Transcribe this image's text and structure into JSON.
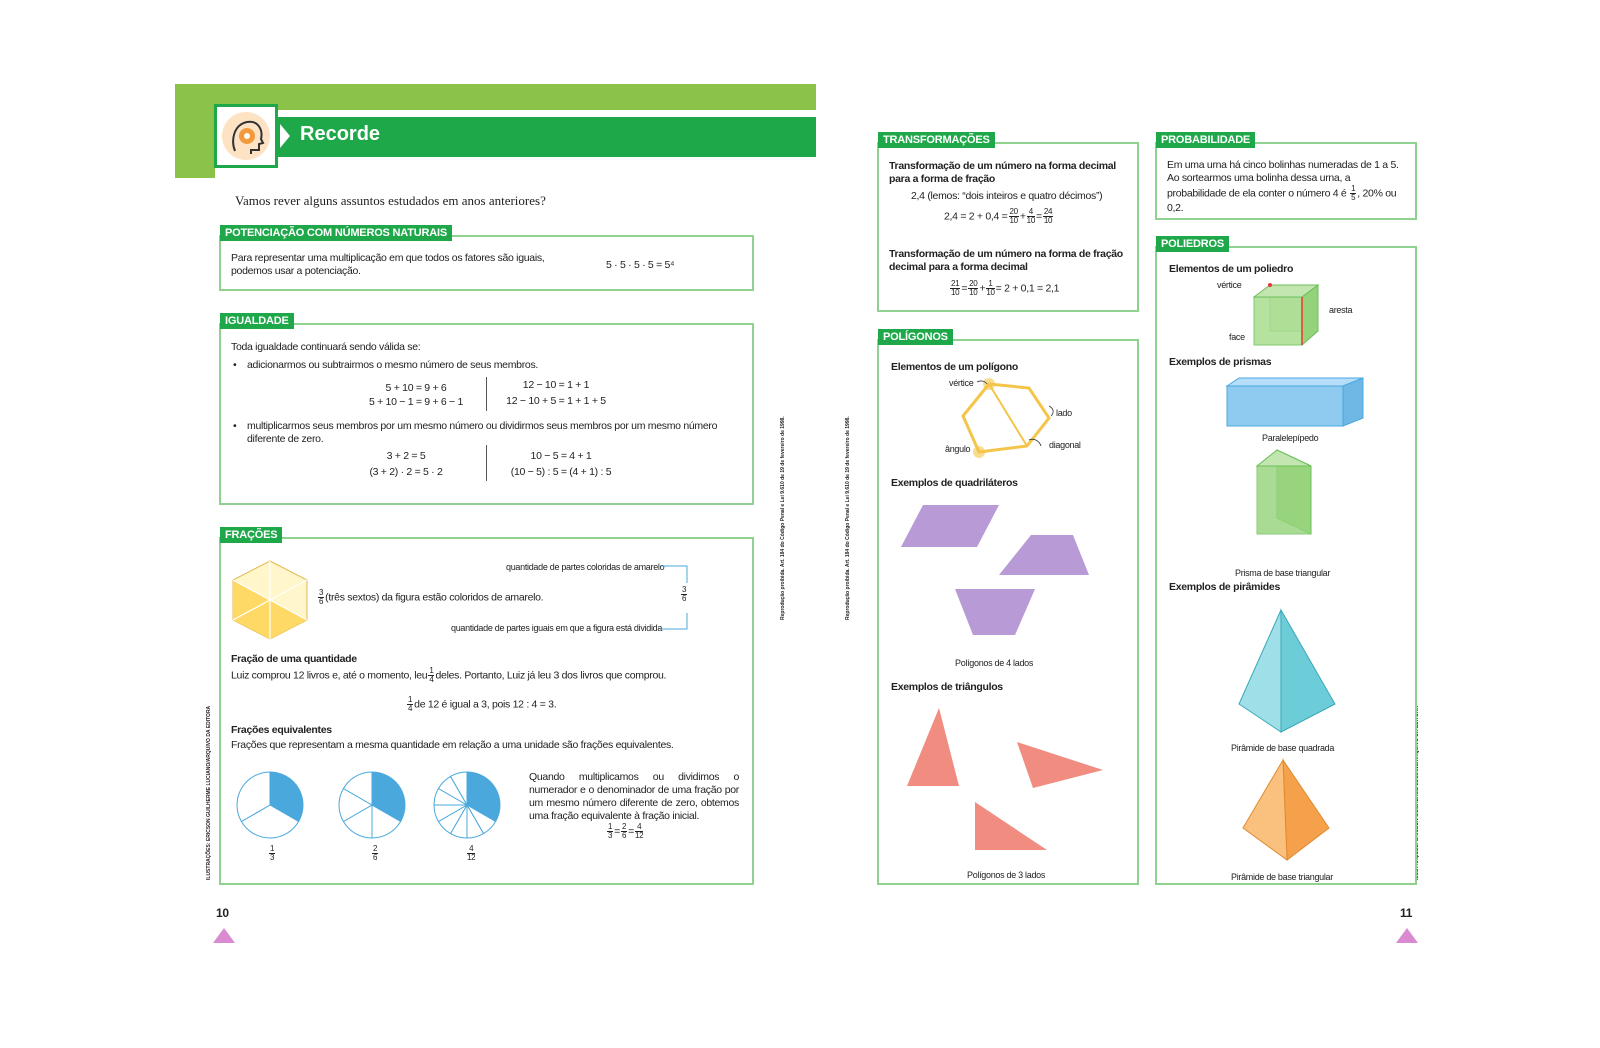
{
  "header": {
    "title": "Recorde",
    "intro": "Vamos rever alguns assuntos estudados em anos anteriores?"
  },
  "potenciacao": {
    "tag": "POTENCIAÇÃO COM NÚMEROS NATURAIS",
    "text": "Para representar uma multiplicação em que todos os fatores são iguais, podemos usar a potenciação.",
    "example": "5 · 5 · 5 · 5 = 5⁴"
  },
  "igualdade": {
    "tag": "IGUALDADE",
    "intro": "Toda igualdade continuará sendo válida se:",
    "bullet1": "adicionarmos ou subtrairmos o mesmo número de seus membros.",
    "eq1a": "5 + 10 = 9 + 6",
    "eq1b": "5 + 10 − 1 = 9 + 6 − 1",
    "eq2a": "12 − 10 = 1 + 1",
    "eq2b": "12 − 10 + 5 = 1 + 1 + 5",
    "bullet2": "multiplicarmos seus membros por um mesmo número ou dividirmos seus membros por um mesmo número diferente de zero.",
    "eq3a": "3 + 2 = 5",
    "eq3b": "(3 + 2) · 2 = 5 · 2",
    "eq4a": "10 − 5 = 4 + 1",
    "eq4b": "(10 − 5) : 5 = (4 + 1) : 5"
  },
  "fracoes": {
    "tag": "FRAÇÕES",
    "colored_label": "quantidade de partes coloridas de amarelo",
    "divided_label": "quantidade de partes iguais em que a figura está dividida",
    "hex_caption": "(três sextos) da figura estão coloridos de amarelo.",
    "quantidade_title": "Fração de uma quantidade",
    "quantidade_text_a": "Luiz comprou 12 livros e, até o momento, leu",
    "quantidade_text_b": "deles. Portanto, Luiz já leu 3 dos livros que comprou.",
    "quantidade_eq": "de 12 é igual a 3, pois 12 : 4 = 3.",
    "equiv_title": "Frações equivalentes",
    "equiv_text": "Frações que representam a mesma quantidade em relação a uma unidade são frações equivalentes.",
    "equiv_note": "Quando multiplicamos ou dividimos o numerador e o denominador de uma fração por um mesmo número diferente de zero, obtemos uma fração equivalente à fração inicial.",
    "pies": [
      {
        "num": "1",
        "den": "3",
        "colored": 1,
        "total": 3
      },
      {
        "num": "2",
        "den": "6",
        "colored": 2,
        "total": 6
      },
      {
        "num": "4",
        "den": "12",
        "colored": 4,
        "total": 12
      }
    ],
    "frac_3": "3",
    "frac_6": "6",
    "frac_1": "1",
    "frac_4": "4",
    "frac_2": "2",
    "frac_12": "12"
  },
  "transformacoes": {
    "tag": "TRANSFORMAÇÕES",
    "t1_title": "Transformação de um número na forma decimal para a forma de fração",
    "t1_read": "2,4 (lemos: “dois inteiros e quatro décimos”)",
    "t1_eq_a": "2,4 = 2 + 0,4 =",
    "t2_title": "Transformação de um número na forma de fração decimal para a forma decimal",
    "t2_eq_tail": "= 2 + 0,1 = 2,1",
    "n20": "20",
    "n10": "10",
    "n4": "4",
    "n24": "24",
    "n21": "21",
    "n1": "1"
  },
  "probabilidade": {
    "tag": "PROBABILIDADE",
    "text": "Em uma urna há cinco bolinhas numeradas de 1 a 5. Ao sortearmos uma bolinha dessa urna, a probabilidade de ela conter o número 4 é",
    "tail": ", 20% ou 0,2.",
    "num": "1",
    "den": "5"
  },
  "poligonos": {
    "tag": "POLÍGONOS",
    "elements_title": "Elementos de um polígono",
    "vertice": "vértice",
    "lado": "lado",
    "angulo": "ângulo",
    "diagonal": "diagonal",
    "quad_title": "Exemplos de quadriláteros",
    "quad_caption": "Polígonos de 4 lados",
    "tri_title": "Exemplos de triângulos",
    "tri_caption": "Polígonos de 3 lados"
  },
  "poliedros": {
    "tag": "POLIEDROS",
    "elements_title": "Elementos de um poliedro",
    "vertice": "vértice",
    "aresta": "aresta",
    "face": "face",
    "prismas_title": "Exemplos de prismas",
    "paralelepipedo": "Paralelepípedo",
    "prisma_tri": "Prisma de base triangular",
    "piramides_title": "Exemplos de pirâmides",
    "piramide_quad": "Pirâmide de base quadrada",
    "piramide_tri": "Pirâmide de base triangular"
  },
  "credits": {
    "left": "ILUSTRAÇÕES: ERICSON GUILHERME LUCIANO/ARQUIVO DA EDITORA",
    "right": "ILUSTRAÇÕES: ERICSON GUILHERME LUCIANO/ARQUIVO DA EDITORA",
    "repro1": "Reprodução proibida. Art. 184 do Código Penal e Lei 9.610 de 19 de fevereiro de 1998.",
    "repro2": "Reprodução proibida. Art. 184 do Código Penal e Lei 9.610 de 19 de fevereiro de 1998."
  },
  "pages": {
    "left": "10",
    "right": "11"
  },
  "colors": {
    "green": "#1fa84a",
    "lightgreen": "#8fd18f",
    "yellow": "#ffd966",
    "blue": "#4aa8dd",
    "purple": "#b89ad6",
    "red": "#f08c80",
    "pink": "#d98ad0"
  }
}
